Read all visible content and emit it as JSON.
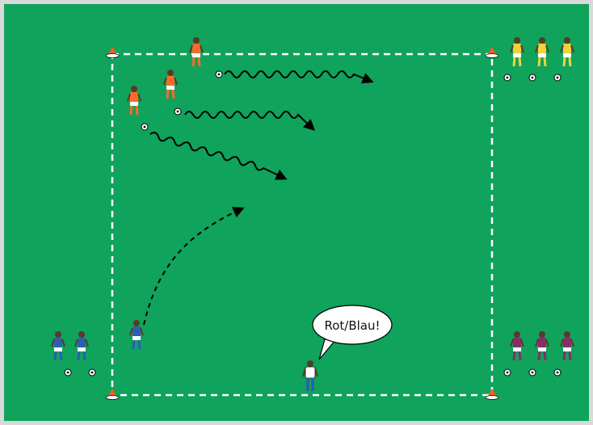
{
  "field": {
    "grass_color": "#0fa35c",
    "border_color": "#d9d9d9",
    "line_color": "#ffffff",
    "cone_color": "#ff5a1f"
  },
  "coach": {
    "callout": "Rot/Blau!"
  },
  "players": [
    {
      "team": "orange",
      "role": "dribbling"
    },
    {
      "team": "orange",
      "role": "dribbling"
    },
    {
      "team": "orange",
      "role": "dribbling"
    },
    {
      "team": "blue",
      "role": "running"
    },
    {
      "team": "blue",
      "role": "waiting"
    },
    {
      "team": "blue",
      "role": "waiting"
    },
    {
      "team": "yellow",
      "role": "waiting"
    },
    {
      "team": "yellow",
      "role": "waiting"
    },
    {
      "team": "yellow",
      "role": "waiting"
    },
    {
      "team": "purple",
      "role": "waiting"
    },
    {
      "team": "purple",
      "role": "waiting"
    },
    {
      "team": "purple",
      "role": "waiting"
    }
  ],
  "team_colors": {
    "orange": "#ff6a2a",
    "blue": "#2c5fb0",
    "yellow": "#f2d23a",
    "purple": "#8a2c6b"
  },
  "arrows": {
    "dribble_style": "wavy",
    "run_style": "dashed",
    "dribble_count": 3,
    "run_count": 1
  }
}
